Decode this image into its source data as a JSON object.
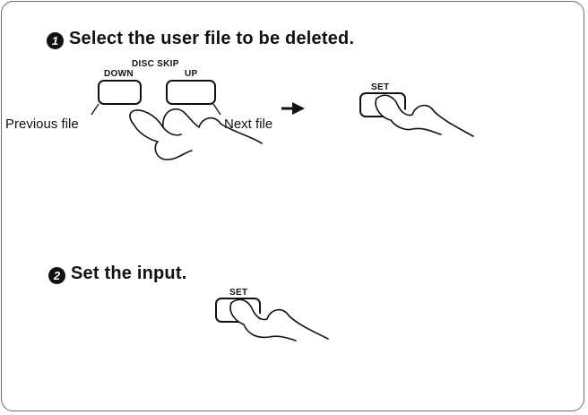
{
  "step1": {
    "number": "1",
    "heading": "Select the user file to be deleted.",
    "disc_skip_label": "DISC SKIP",
    "down_label": "DOWN",
    "up_label": "UP",
    "previous_caption": "Previous file",
    "next_caption": "Next file",
    "set_label": "SET",
    "arrow_icon": "right-arrow-icon"
  },
  "step2": {
    "number": "2",
    "heading": "Set the input.",
    "set_label": "SET"
  }
}
